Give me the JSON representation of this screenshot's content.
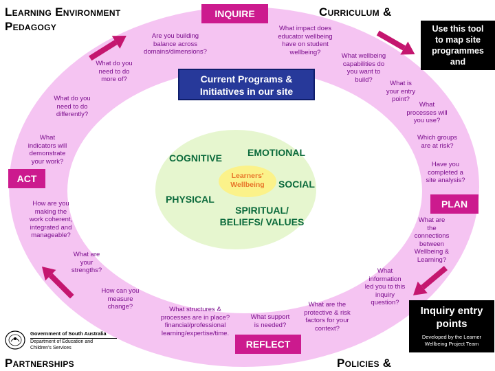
{
  "corners": {
    "top_left": "Learning Environment Pedagogy",
    "top_left_line1": "Learning Environment",
    "top_left_line2": "Pedagogy",
    "top_right": "Curriculum &",
    "bottom_left": "Partnerships",
    "bottom_right": "Policies &"
  },
  "phases": {
    "inquire": "INQUIRE",
    "plan": "PLAN",
    "reflect": "REFLECT",
    "act": "ACT"
  },
  "center": {
    "box_line1": "Current Programs &",
    "box_line2": "Initiatives in our site",
    "core_line1": "Learners'",
    "core_line2": "Wellbeing",
    "cognitive": "COGNITIVE",
    "emotional": "EMOTIONAL",
    "social": "SOCIAL",
    "physical": "PHYSICAL",
    "spiritual_line1": "SPIRITUAL/",
    "spiritual_line2": "BELIEFS/ VALUES"
  },
  "questions": {
    "balance": [
      "Are you building",
      "balance across",
      "domains/dimensions?"
    ],
    "impact": [
      "What impact does",
      "educator wellbeing",
      "have on student",
      "wellbeing?"
    ],
    "capabilities": [
      "What wellbeing",
      "capabilities do",
      "you want to",
      "build?"
    ],
    "more_of": [
      "What do you",
      "need to do",
      "more of?"
    ],
    "entry_point": [
      "What is",
      "your entry",
      "point?"
    ],
    "differently": [
      "What do you",
      "need to do",
      "differently?"
    ],
    "processes": [
      "What",
      "processes will",
      "you use?"
    ],
    "indicators": [
      "What",
      "indicators will",
      "demonstrate",
      "your work?"
    ],
    "groups": [
      "Which groups",
      "are at risk?"
    ],
    "site_analysis": [
      "Have you",
      "completed a",
      "site analysis?"
    ],
    "coherent": [
      "How are you",
      "making the",
      "work coherent,",
      "integrated and",
      "manageable?"
    ],
    "connections": [
      "What are",
      "the",
      "connections",
      "between",
      "Wellbeing &",
      "Learning?"
    ],
    "strengths": [
      "What are",
      "your",
      "strengths?"
    ],
    "information": [
      "What",
      "information",
      "led you to this",
      "inquiry",
      "question?"
    ],
    "measure": [
      "How can you",
      "measure",
      "change?"
    ],
    "structures": [
      "What structures &",
      "processes are in place?",
      "financial/professional",
      "learning/expertise/time."
    ],
    "support": [
      "What support",
      "is needed?"
    ],
    "factors": [
      "What are the",
      "protective & risk",
      "factors for your",
      "context?"
    ]
  },
  "tool_box": [
    "Use this tool",
    "to map site",
    "programmes",
    "and"
  ],
  "inquiry_box": {
    "title_line1": "Inquiry entry",
    "title_line2": "points",
    "sub_line1": "Developed by the Learner",
    "sub_line2": "Wellbeing Project Team"
  },
  "logo": {
    "gov": "Government of South Australia",
    "dept_line1": "Department of Education and",
    "dept_line2": "Children's Services"
  },
  "colors": {
    "ring": "#f5c4f2",
    "phase": "#cc1a8e",
    "arrow": "#c4166f",
    "question": "#7a0c8c",
    "inner": "#e6f6cf",
    "core": "#fbf28a",
    "dimension": "#0b6a3c",
    "box": "#27399a"
  }
}
